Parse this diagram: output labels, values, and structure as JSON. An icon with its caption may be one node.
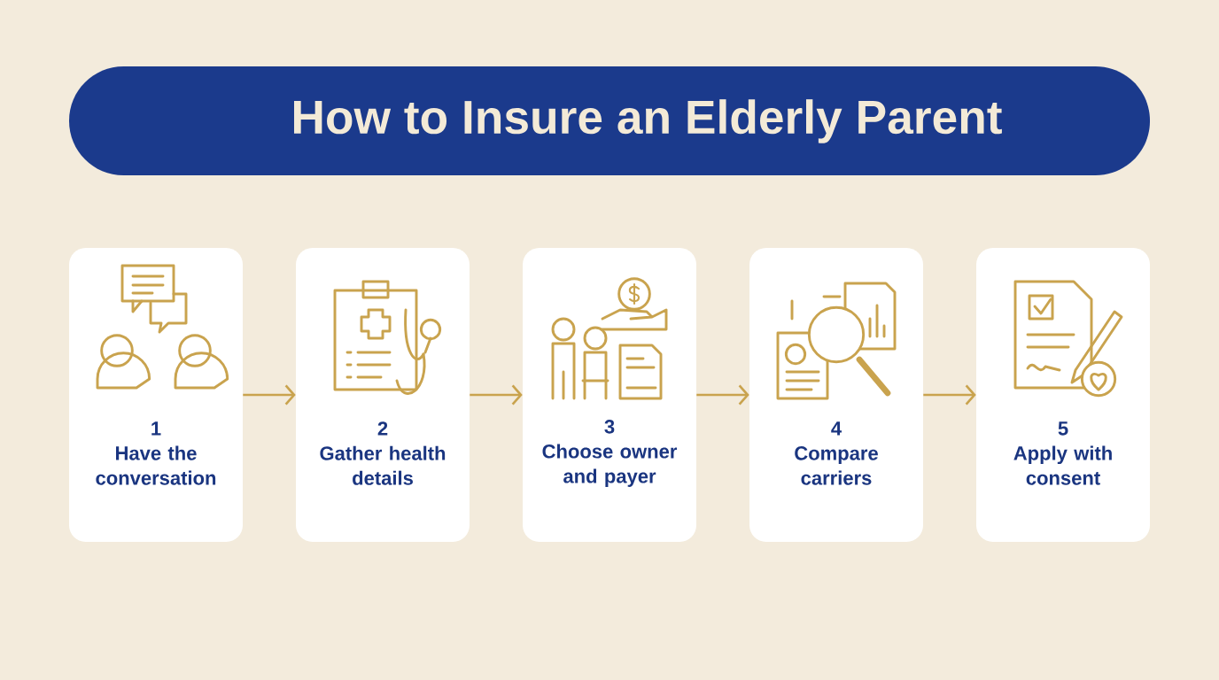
{
  "diagram": {
    "title": "How to Insure an Elderly Parent",
    "nodes": [
      {
        "text": [
          "1",
          "Have the conversation"
        ]
      },
      {
        "text": [
          "2",
          "Gather health details"
        ]
      },
      {
        "text": [
          "3",
          "Choose owner and payer"
        ]
      },
      {
        "text": [
          "4",
          "Compare carriers"
        ]
      },
      {
        "text": [
          "5",
          "Apply with consent"
        ]
      }
    ],
    "edges": [
      {
        "from": 0,
        "to": 1,
        "arrow": "to"
      },
      {
        "from": 1,
        "to": 2,
        "arrow": "to"
      },
      {
        "from": 2,
        "to": 3,
        "arrow": "to"
      },
      {
        "from": 3,
        "to": 4,
        "arrow": "to"
      }
    ]
  }
}
